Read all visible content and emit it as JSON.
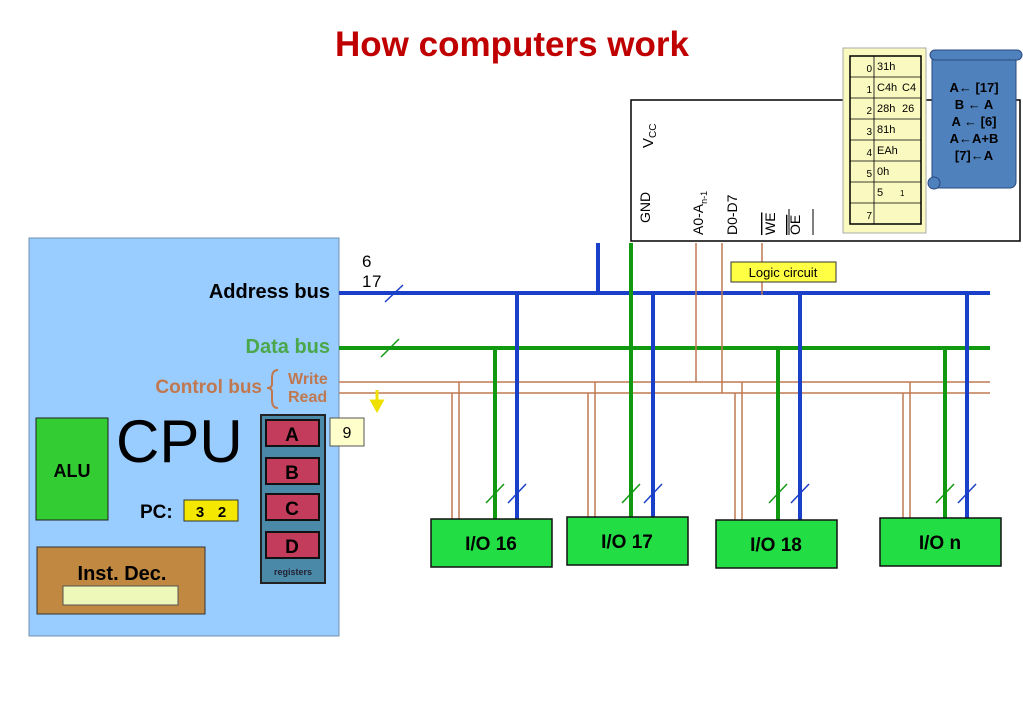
{
  "title": "How computers work",
  "colors": {
    "title": "#c00000",
    "cpu_bg": "#99ccff",
    "address_bus": "#1a3fc8",
    "data_bus": "#119a11",
    "control_bus": "#c07850",
    "io_box": "#22dd44",
    "register": "#c43c5c",
    "registers_panel": "#4a8aa8",
    "alu": "#33cc33",
    "inst_dec": "#c08840",
    "pc_box": "#f5e800",
    "memory_table": "#fafac0",
    "program_scroll": "#4f81bd",
    "logic_label": "#ffff44"
  },
  "cpu": {
    "label": "CPU",
    "alu": "ALU",
    "pc_label": "PC:",
    "pc_values": [
      "3",
      "2"
    ],
    "inst_dec": "Inst. Dec.",
    "registers": [
      "A",
      "B",
      "C",
      "D"
    ],
    "registers_label": "registers",
    "register_popup": "9"
  },
  "buses": {
    "address": "Address bus",
    "data": "Data bus",
    "control": "Control bus",
    "write": "Write",
    "read": "Read",
    "address_value_a": "1",
    "address_value_b": "6",
    "address_value_c": "7"
  },
  "memory_chip": {
    "vcc": "V",
    "vcc_sub": "CC",
    "gnd": "GND",
    "address": "A0-A",
    "address_sub": "n-1",
    "data": "D0-D7",
    "we": "WE",
    "oe": "OE",
    "logic": "Logic circuit"
  },
  "memory_table": [
    {
      "addr": "0",
      "value": "31h"
    },
    {
      "addr": "1",
      "value": "C4h",
      "overlay": "C4"
    },
    {
      "addr": "2",
      "value": "28h",
      "overlay": "26"
    },
    {
      "addr": "3",
      "value": "81h"
    },
    {
      "addr": "4",
      "value": "EAh"
    },
    {
      "addr": "5",
      "value": "0h"
    },
    {
      "addr": "",
      "value": "5",
      "overlay": "1"
    },
    {
      "addr": "7",
      "value": ""
    }
  ],
  "program": [
    "A← [17]",
    "B ← A",
    "A ← [6]",
    "A←A+B",
    "[7]←A"
  ],
  "io_devices": [
    "I/O 16",
    "I/O 17",
    "I/O 18",
    "I/O n"
  ]
}
